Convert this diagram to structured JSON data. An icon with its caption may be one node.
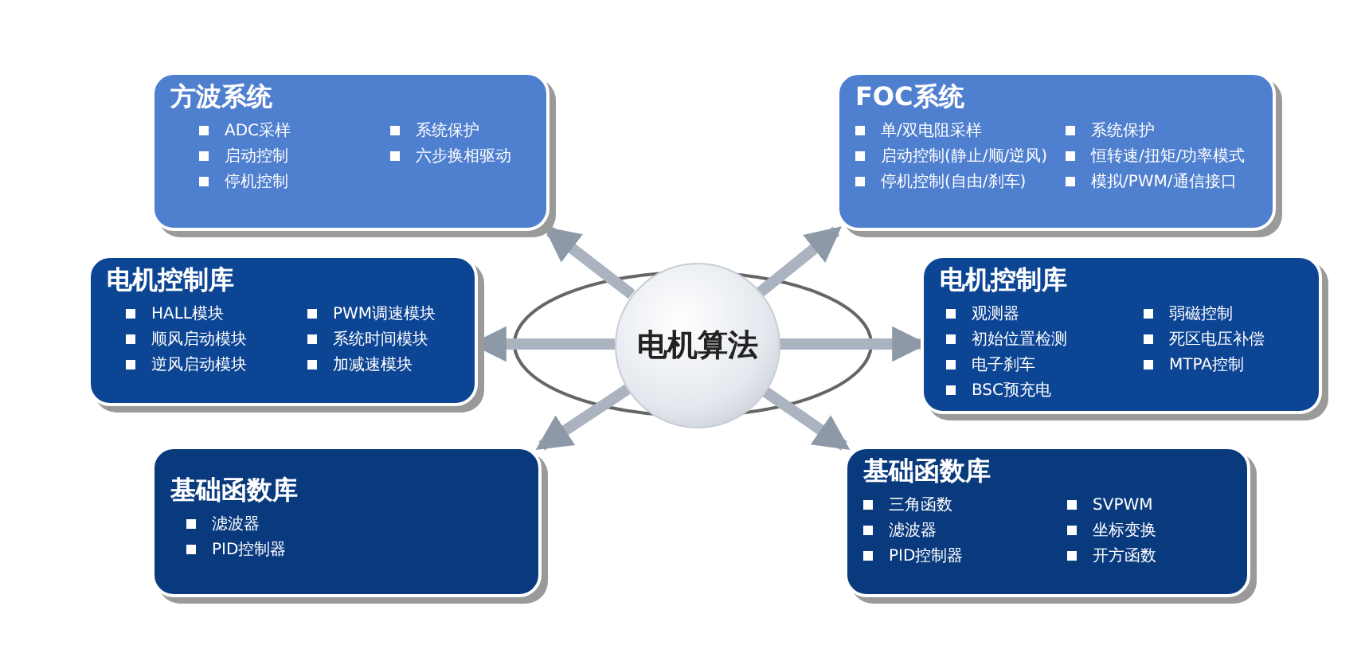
{
  "diagram": {
    "nodes": [
      {
        "text": [
          "方波系统",
          "ADC采样",
          "系统保护",
          "启动控制",
          "六步换相驱动",
          "停机控制"
        ]
      },
      {
        "text": [
          "FOC系统",
          "单/双电阻采样",
          "系统保护",
          "启动控制(静止/顺/逆风)",
          "恒转速/扭矩/功率模式",
          "停机控制(自由/刹车)",
          "模拟/PWM/通信接口"
        ]
      },
      {
        "text": [
          "电机控制库",
          "HALL模块",
          "PWM调速模块",
          "顺风启动模块",
          "系统时间模块",
          "逆风启动模块",
          "加减速模块"
        ]
      },
      {
        "text": [
          "电机算法"
        ]
      },
      {
        "text": [
          "电机控制库",
          "观测器",
          "弱磁控制",
          "初始位置检测",
          "死区电压补偿",
          "电子刹车",
          "MTPA控制",
          "BSC预充电"
        ]
      },
      {
        "text": [
          "基础函数库",
          "滤波器",
          "PID控制器"
        ]
      },
      {
        "text": [
          "基础函数库",
          "三角函数",
          "SVPWM",
          "滤波器",
          "坐标变换",
          "PID控制器",
          "开方函数"
        ]
      }
    ],
    "edges": [
      {
        "from": 3,
        "to": 0,
        "arrow": "to"
      },
      {
        "from": 3,
        "to": 1,
        "arrow": "to"
      },
      {
        "from": 3,
        "to": 2,
        "arrow": "to"
      },
      {
        "from": 3,
        "to": 4,
        "arrow": "to"
      },
      {
        "from": 3,
        "to": 5,
        "arrow": "to"
      },
      {
        "from": 3,
        "to": 6,
        "arrow": "to"
      }
    ]
  }
}
